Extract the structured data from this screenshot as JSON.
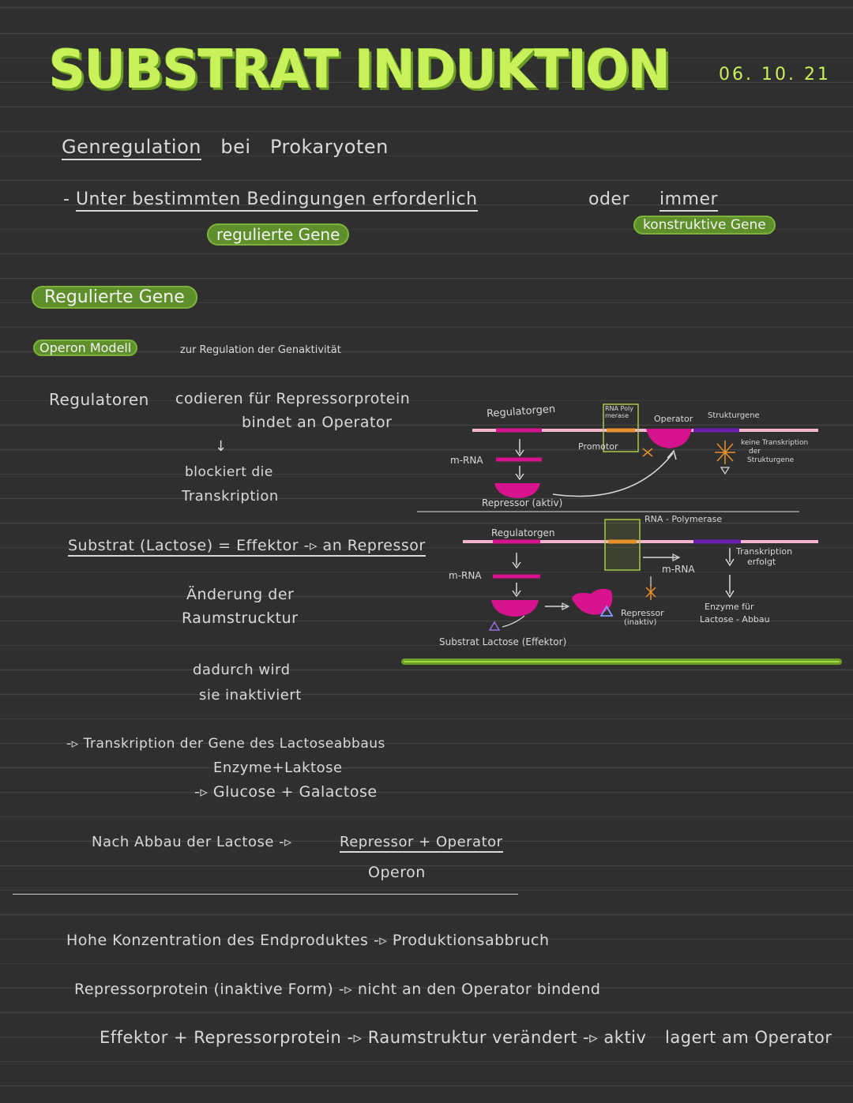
{
  "title": "SUBSTRAT INDUKTION",
  "date": "06. 10. 21",
  "subtitle": {
    "part1": "Genregulation",
    "part2": "bei",
    "part3": "Prokaryoten"
  },
  "line1": {
    "dash": "-",
    "a": "Unter bestimmten Bedingungen erforderlich",
    "or": "oder",
    "b": "immer"
  },
  "tags": {
    "regulated": "regulierte Gene",
    "constructive": "konstruktive Gene"
  },
  "section_heading": "Regulierte Gene",
  "operon": {
    "tag": "Operon Modell",
    "desc": "zur Regulation der Genaktivität"
  },
  "notes": {
    "regulatoren": "Regulatoren",
    "codieren": "codieren für Repressorprotein",
    "bindet": "bindet an Operator",
    "arrow_down": "↓",
    "blockiert": "blockiert die",
    "transkription": "Transkription",
    "substrat": "Substrat (Lactose) = Effektor -▹ an Repressor",
    "aenderung": "Änderung der",
    "raumstruktur": "Raumstrucktur",
    "dadurch": "dadurch wird",
    "inaktiviert": "sie inaktiviert",
    "trans_gene": "-▹ Transkription der Gene des Lactoseabbaus",
    "enzyme": "Enzyme+Laktose",
    "glucose": "-▹ Glucose + Galactose",
    "nach_abbau": "Nach Abbau der Lactose -▹",
    "repressor_operator": "Repressor + Operator",
    "operon_word": "Operon",
    "hohe": "Hohe Konzentration des Endproduktes -▹ Produktionsabbruch",
    "repressorprotein": "Repressorprotein (inaktive Form) -▹ nicht an den Operator bindend",
    "effektor": "Effektor + Repressorprotein -▹ Raumstruktur verändert -▹ aktiv",
    "lagert": "lagert am Operator"
  },
  "diagram_top": {
    "regulatorgen": "Regulatorgen",
    "rna_poly": "RNA Poly merase",
    "operator": "Operator",
    "strukturgene": "Strukturgene",
    "promotor": "Promotor",
    "mrna": "m-RNA",
    "repressor_aktiv": "Repressor (aktiv)",
    "keine": "keine Transkription",
    "der": "der",
    "strukturgene2": "Strukturgene"
  },
  "diagram_bottom": {
    "rna_polymerase": "RNA - Polymerase",
    "regulatorgen": "Regulatorgen",
    "mrna_left": "m-RNA",
    "mrna_right": "m-RNA",
    "transkription": "Transkription",
    "erfolgt": "erfolgt",
    "repressor": "Repressor",
    "inaktiv": "(inaktiv)",
    "enzyme": "Enzyme für",
    "lactose_abbau": "Lactose - Abbau",
    "substrat": "Substrat Lactose (Effektor)"
  },
  "colors": {
    "accent": "#c9f25a",
    "tag_bg": "#5f8f2a",
    "magenta": "#d6138c",
    "dna": "#f2b6cf",
    "purple": "#6a1fb0",
    "orange": "#e8912c"
  }
}
